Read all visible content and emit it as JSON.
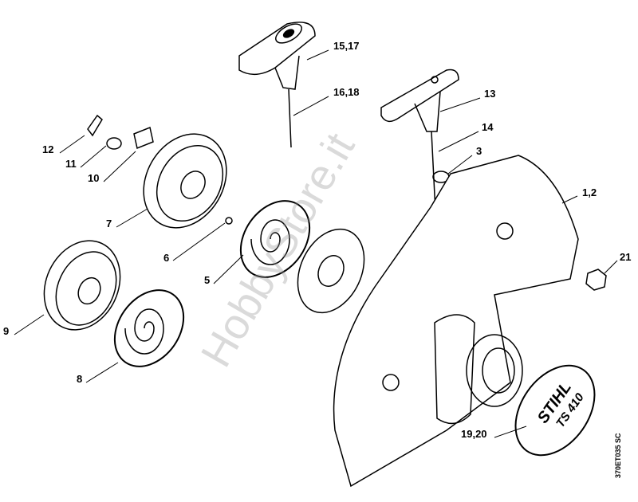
{
  "labels": {
    "l15_17": "15,17",
    "l16_18": "16,18",
    "l13": "13",
    "l14": "14",
    "l3": "3",
    "l1_2": "1,2",
    "l21": "21",
    "l12": "12",
    "l11": "11",
    "l10": "10",
    "l7": "7",
    "l6": "6",
    "l5": "5",
    "l9": "9",
    "l8": "8",
    "l19_20": "19,20"
  },
  "drawing_code": "370ET035 SC",
  "watermark": "HobbyStore.it",
  "badge": {
    "brand": "STIHL",
    "model": "TS 410"
  }
}
